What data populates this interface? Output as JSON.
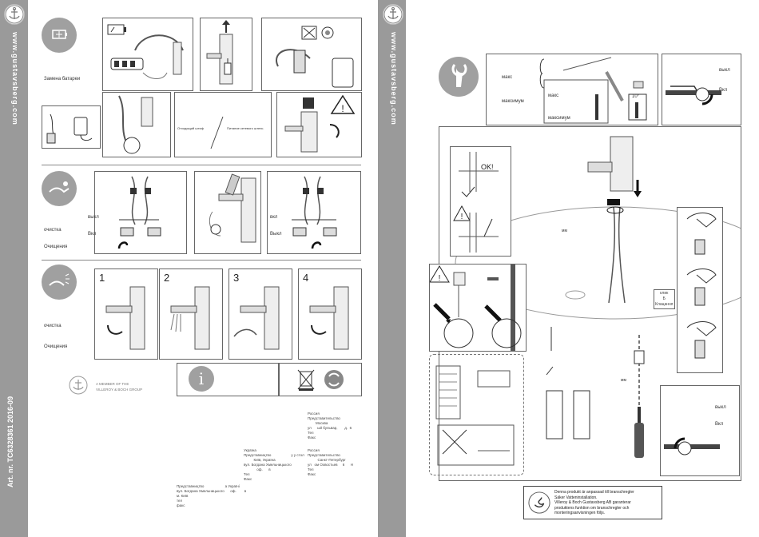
{
  "left_page": {
    "site": "www.gustavsberg.com",
    "art_no": "Art. nr. TC6328361 2016-09",
    "battery_label": "Замена батареи",
    "plug_left": "Отходящий штиф",
    "plug_right": "Питание сетевого штепс.",
    "cleaning_1": "очистка",
    "cleaning_1b": "Очищения",
    "off_label_1": "выкл",
    "on_label_1": "Вкл",
    "off_label_2": "вкл",
    "on_label_2": "Выкл",
    "cleaning_2": "очистка",
    "cleaning_2b": "Очищения",
    "steps": [
      "1",
      "2",
      "3",
      "4"
    ],
    "member_line1": "A MEMBER OF THE",
    "member_line2": "VILLEROY & BOCH GROUP",
    "info_symbol": "i",
    "contacts": {
      "russia_a": "Россия\nПредставительство\n        Москва\nул      ый бульвар,       д.  6\nТел\nФакс",
      "ukraine": "Україна\nПредставництво                    у у стол\n          Київ, Україна\nвул. Богдана Хмельницького\n             оф.      в\nТел\nФакс",
      "russia_b": "Россия\nПредставительство\n          Санкт-Петербург\nул   ом Охвостьев     6      Н\nТел\nФакс",
      "rep": "Представництво                     а Україні\nвул. Богдана Хмельницького      оф.        в\nм. Київ\nтел\nфакс"
    }
  },
  "right_page": {
    "site": "www.gustavsberg.com",
    "max_label_1": "макс",
    "max_label_2": "максимум",
    "max_label_3": "макс",
    "max_label_4": "максимум",
    "angle": "10°",
    "off_on_top": "выкл",
    "on_top": "Вкл",
    "ok": "OK!",
    "mm_1": "мм",
    "mm_2": "мм",
    "click_label": "клик\nБ\nКлацання",
    "off_bottom": "выкл",
    "on_bottom": "Вкл",
    "cert_text": "Denna produkt är anpassad till branschregler\nSäker Vatteninstallation.\nVilleroy & Boch Gustavsberg AB garanterar\nproduktens funktion om branschregler och\nmonteringsanvisningen följs."
  },
  "colors": {
    "strip": "#9a9a9a",
    "circle": "#a0a0a0",
    "line": "#555555"
  },
  "icons": [
    "anchor-logo-icon",
    "battery-icon",
    "hand-clean-icon",
    "spray-clean-icon",
    "wrench-icon",
    "warning-icon",
    "info-icon",
    "no-bin-icon",
    "recycle-icon",
    "cert-swan-icon"
  ]
}
